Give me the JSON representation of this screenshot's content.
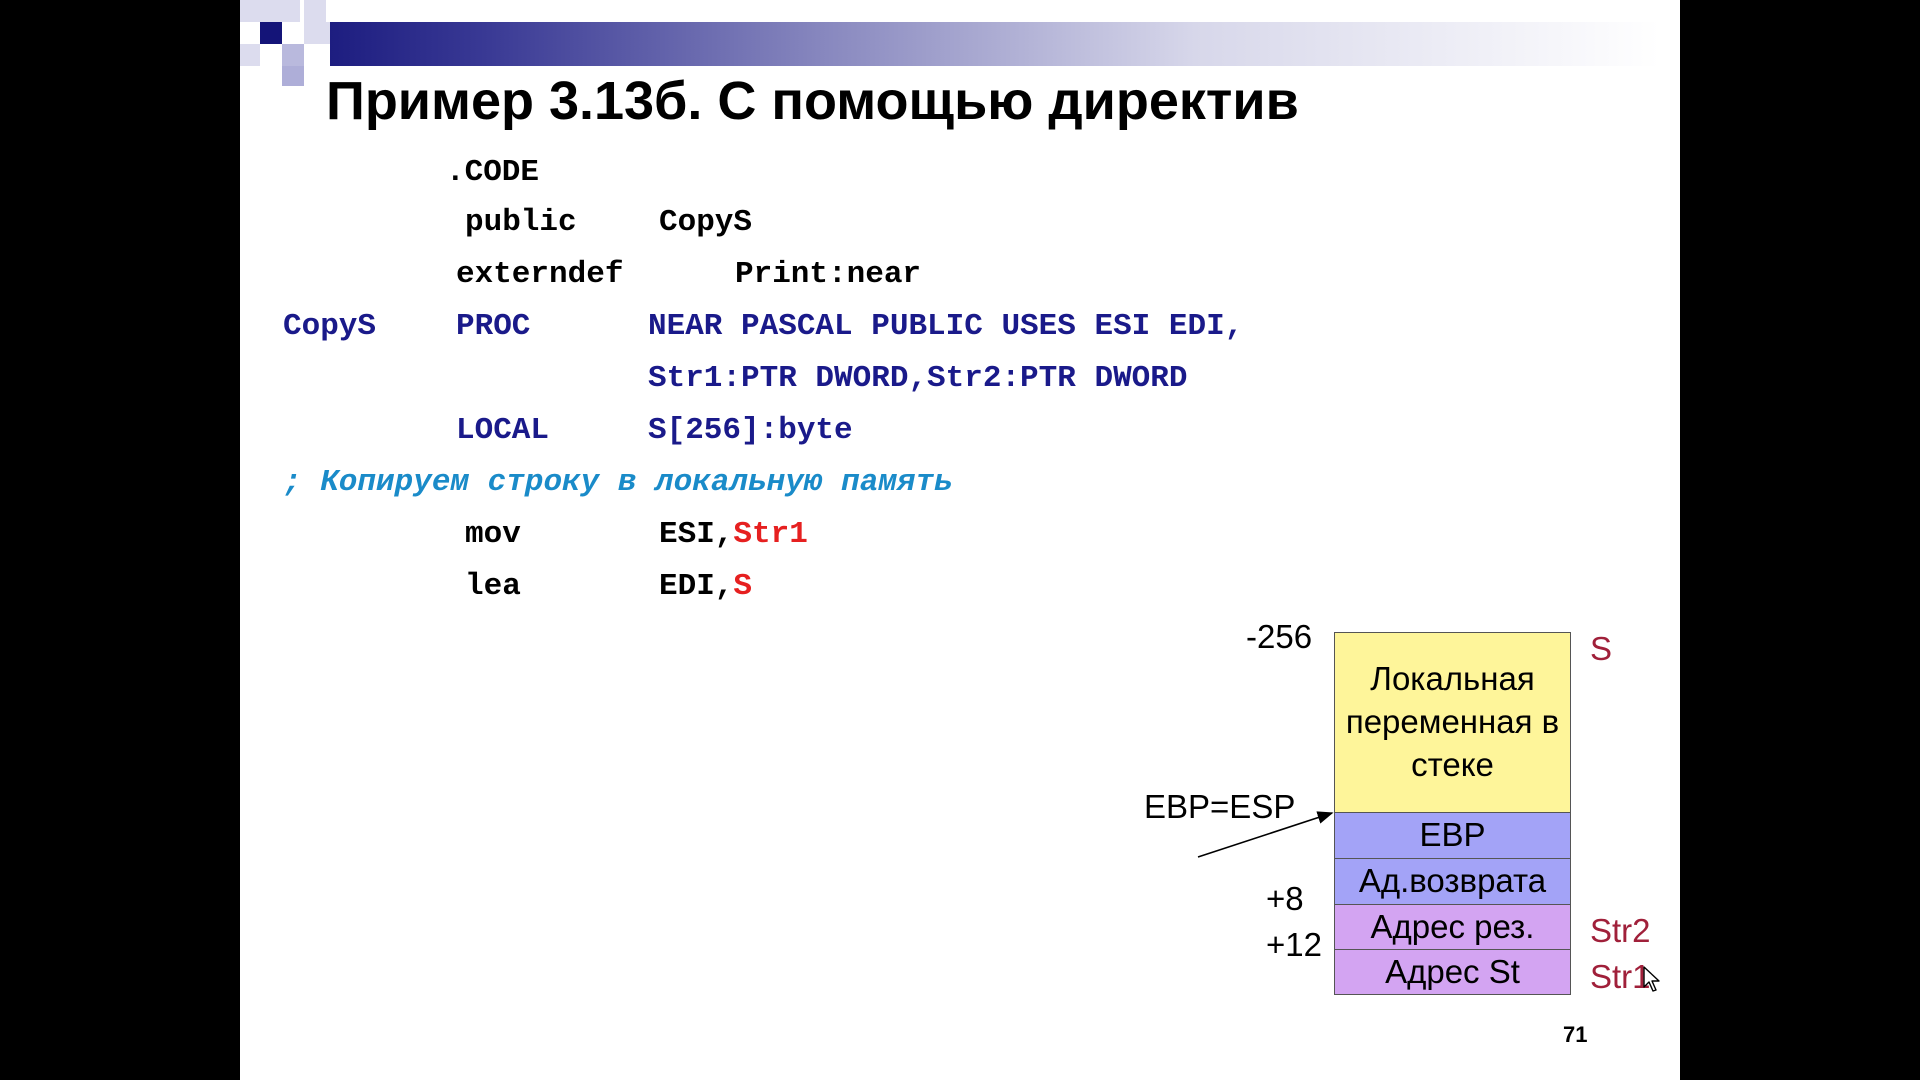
{
  "slide": {
    "title": "Пример 3.13б. С помощью директив",
    "page_number": "71",
    "colors": {
      "deco_bar_dark": "#1d1d80",
      "keyword_blue": "#1a1a8a",
      "comment_cyan": "#1a8bc9",
      "highlight_red": "#e62020",
      "stack_local": "#fef59a",
      "stack_ebp": "#a3a3f7",
      "stack_args": "#d3a4f2"
    }
  },
  "code": {
    "l1": ".CODE",
    "l2": {
      "kw": "public",
      "arg": "CopyS"
    },
    "l3": {
      "kw": "externdef",
      "arg": "Print:near"
    },
    "l4": {
      "label": "CopyS",
      "kw": "PROC",
      "arg": "NEAR PASCAL PUBLIC USES ESI EDI,"
    },
    "l5": {
      "arg": "Str1:PTR DWORD,Str2:PTR DWORD"
    },
    "l6": {
      "kw": "LOCAL",
      "arg": "S[256]:byte"
    },
    "l7": "; Копируем строку в локальную память",
    "l8": {
      "kw": "mov",
      "arg": "ESI,",
      "hl": "Str1"
    },
    "l9": {
      "kw": "lea",
      "arg": "EDI,",
      "hl": "S"
    }
  },
  "stack": {
    "offset_top": "-256",
    "offset_8": "+8",
    "offset_12": "+12",
    "pointer_label": "EBP=ESP",
    "cells": {
      "local": "Локальная переменная в стеке",
      "ebp": "EBP",
      "ret": "Ад.возврата",
      "res": "Адрес рез.",
      "st": "Адрес St"
    },
    "names": {
      "s": "S",
      "str2": "Str2",
      "str1": "Str1"
    }
  }
}
